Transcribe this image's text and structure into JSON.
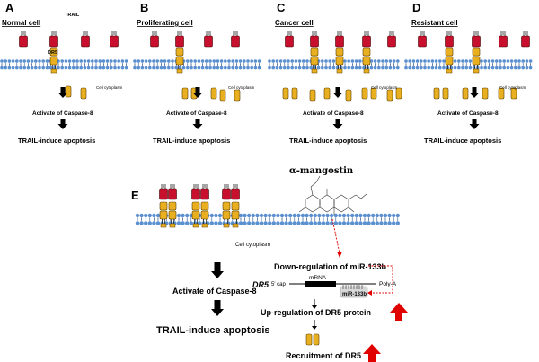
{
  "panels": [
    {
      "letter": "A",
      "title": "Normal cell",
      "trail_label": "TRAIL",
      "dr5_label": "DR5",
      "cytoplasm": "Cell cytoplasm",
      "activate": "Activate of Caspase-8",
      "apoptosis": "TRAIL-induce apoptosis"
    },
    {
      "letter": "B",
      "title": "Proliferating cell",
      "cytoplasm": "Cell cytoplasm",
      "activate": "Activate of Caspase-8",
      "apoptosis": "TRAIL-induce apoptosis"
    },
    {
      "letter": "C",
      "title": "Cancer cell",
      "cytoplasm": "Cell cytoplasm",
      "activate": "Activate of Caspase-8",
      "apoptosis": "TRAIL-induce apoptosis"
    },
    {
      "letter": "D",
      "title": "Resistant cell",
      "cytoplasm": "Cell cytoplasm",
      "activate": "Activate of Caspase-8",
      "apoptosis": "TRAIL-induce apoptosis"
    }
  ],
  "panel_e": {
    "letter": "E",
    "compound": "α-mangostin",
    "cytoplasm": "Cell cytoplasm",
    "activate": "Activate of Caspase-8",
    "apoptosis": "TRAIL-induce apoptosis",
    "downregulation": "Down-regulation of miR-133b",
    "gene": "DR5",
    "five_prime": "5' cap",
    "mrna": "mRNA",
    "polya": "Poly-A",
    "mirna": "miR-133b",
    "upregulation": "Up-regulation of DR5 protein",
    "recruitment": "Recruitment of DR5"
  },
  "colors": {
    "trail": "#c8102e",
    "dr5": "#e8b020",
    "membrane_head": "#5a8fd0",
    "membrane_tail": "#2a4a80",
    "up_arrow": "#e10000",
    "dashed": "#e10000",
    "mirna_box": "#d9d9d9"
  }
}
